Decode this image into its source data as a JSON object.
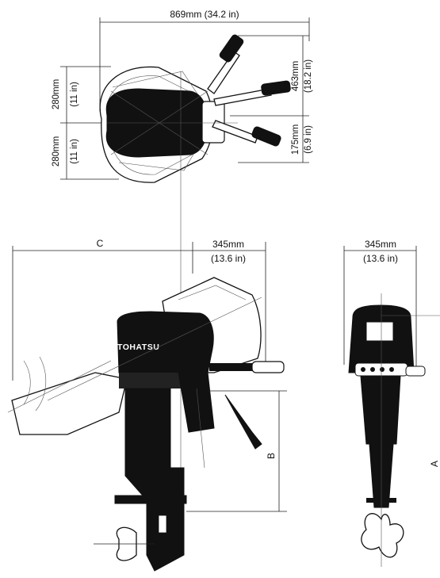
{
  "top_view": {
    "width_label": "869mm (34.2 in)",
    "half_width_upper_mm": "280mm",
    "half_width_upper_in": "(11 in)",
    "half_width_lower_mm": "280mm",
    "half_width_lower_in": "(11 in)",
    "tiller_reach_mm": "463mm",
    "tiller_reach_in": "(18.2 in)",
    "tiller_offset_mm": "175mm",
    "tiller_offset_in": "(6.9 in)"
  },
  "side_view": {
    "c_label": "C",
    "b_label": "B",
    "tiller_mm": "345mm",
    "tiller_in": "(13.6 in)",
    "brand": "TOHATSU"
  },
  "rear_view": {
    "a_label": "A",
    "width_mm": "345mm",
    "width_in": "(13.6 in)"
  }
}
